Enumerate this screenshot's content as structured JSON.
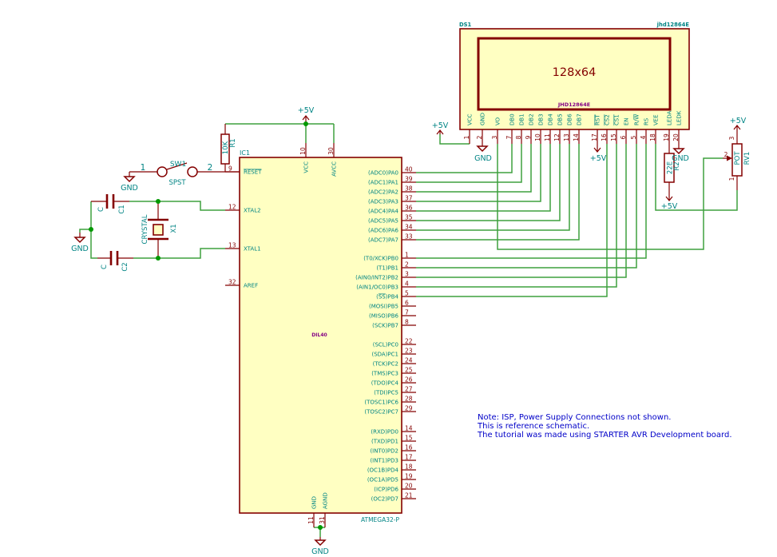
{
  "colors": {
    "background": "#ffffff",
    "wire": "#3fa03f",
    "junction": "#009900",
    "component_outline": "#840000",
    "component_fill": "#ffffc2",
    "pin_text": "#008484",
    "pin_number_text": "#840000",
    "footprint_text": "#840084",
    "note_text": "#0000c8"
  },
  "power": {
    "vcc_label": "+5V",
    "gnd_label": "GND"
  },
  "ic1": {
    "reference": "IC1",
    "value": "ATMEGA32-P",
    "footprint": "DIL40",
    "top_pins": [
      {
        "name": "VCC",
        "number": "10"
      },
      {
        "name": "AVCC",
        "number": "30"
      }
    ],
    "left_pins": [
      {
        "name": "RESET",
        "number": "9",
        "overline": "RESET"
      },
      {
        "name": "XTAL2",
        "number": "12"
      },
      {
        "name": "XTAL1",
        "number": "13"
      },
      {
        "name": "AREF",
        "number": "32"
      }
    ],
    "right_pins": {
      "port_a": [
        {
          "name": "(ADC0)PA0",
          "number": "40"
        },
        {
          "name": "(ADC1)PA1",
          "number": "39"
        },
        {
          "name": "(ADC2)PA2",
          "number": "38"
        },
        {
          "name": "(ADC3)PA3",
          "number": "37"
        },
        {
          "name": "(ADC4)PA4",
          "number": "36"
        },
        {
          "name": "(ADC5)PA5",
          "number": "35"
        },
        {
          "name": "(ADC6)PA6",
          "number": "34"
        },
        {
          "name": "(ADC7)PA7",
          "number": "33"
        }
      ],
      "port_b": [
        {
          "name": "(T0/XCK)PB0",
          "number": "1"
        },
        {
          "name": "(T1)PB1",
          "number": "2"
        },
        {
          "name": "(AIN0/INT2)PB2",
          "number": "3"
        },
        {
          "name": "(AIN1/OC0)PB3",
          "number": "4"
        },
        {
          "name": "(SS)PB4",
          "number": "5",
          "overline": "SS"
        },
        {
          "name": "(MOSI)PB5",
          "number": "6"
        },
        {
          "name": "(MISO)PB6",
          "number": "7"
        },
        {
          "name": "(SCK)PB7",
          "number": "8"
        }
      ],
      "port_c": [
        {
          "name": "(SCL)PC0",
          "number": "22"
        },
        {
          "name": "(SDA)PC1",
          "number": "23"
        },
        {
          "name": "(TCK)PC2",
          "number": "24"
        },
        {
          "name": "(TMS)PC3",
          "number": "25"
        },
        {
          "name": "(TDO)PC4",
          "number": "26"
        },
        {
          "name": "(TDI)PC5",
          "number": "27"
        },
        {
          "name": "(TOSC1)PC6",
          "number": "28"
        },
        {
          "name": "(TOSC2)PC7",
          "number": "29"
        }
      ],
      "port_d": [
        {
          "name": "(RXD)PD0",
          "number": "14"
        },
        {
          "name": "(TXD)PD1",
          "number": "15"
        },
        {
          "name": "(INT0)PD2",
          "number": "16"
        },
        {
          "name": "(INT1)PD3",
          "number": "17"
        },
        {
          "name": "(OC1B)PD4",
          "number": "18"
        },
        {
          "name": "(OC1A)PD5",
          "number": "19"
        },
        {
          "name": "(ICP)PD6",
          "number": "20"
        },
        {
          "name": "(OC2)PD7",
          "number": "21"
        }
      ]
    },
    "bottom_pins": [
      {
        "name": "GND",
        "number": "11"
      },
      {
        "name": "AGND",
        "number": "31"
      }
    ]
  },
  "lcd": {
    "reference": "DS1",
    "value": "jhd12864E",
    "display_text": "128x64",
    "model_text": "JHD12864E",
    "pins": [
      {
        "name": "VCC",
        "number": "1"
      },
      {
        "name": "GND",
        "number": "2"
      },
      {
        "name": "VO",
        "number": "3"
      },
      {
        "name": "DB0",
        "number": "7"
      },
      {
        "name": "DB1",
        "number": "8"
      },
      {
        "name": "DB2",
        "number": "9"
      },
      {
        "name": "DB3",
        "number": "10"
      },
      {
        "name": "DB4",
        "number": "11"
      },
      {
        "name": "DB5",
        "number": "12"
      },
      {
        "name": "DB6",
        "number": "13"
      },
      {
        "name": "DB7",
        "number": "14"
      },
      {
        "name": "RST",
        "number": "17",
        "overline": "RST"
      },
      {
        "name": "CS2",
        "number": "16",
        "overline": "CS2"
      },
      {
        "name": "CS1",
        "number": "15",
        "overline": "CS1"
      },
      {
        "name": "EN",
        "number": "6"
      },
      {
        "name": "R/W",
        "number": "5",
        "overline": "W"
      },
      {
        "name": "RS",
        "number": "4"
      },
      {
        "name": "VEE",
        "number": "18"
      },
      {
        "name": "LEDA",
        "number": "19"
      },
      {
        "name": "LEDK",
        "number": "20"
      }
    ]
  },
  "r1": {
    "reference": "R1",
    "value": "10K"
  },
  "r2": {
    "reference": "R2",
    "value": "22E"
  },
  "rv1": {
    "reference": "RV1",
    "value": "POT",
    "pin_numbers": {
      "p1": "1",
      "p2": "2",
      "p3": "3"
    }
  },
  "sw1": {
    "reference": "SW1",
    "value": "SPST",
    "pin_numbers": {
      "p1": "1",
      "p2": "2"
    }
  },
  "c1": {
    "reference": "C1",
    "value": "C"
  },
  "c2": {
    "reference": "C2",
    "value": "C"
  },
  "x1": {
    "reference": "X1",
    "value": "CRYSTAL"
  },
  "nets": [
    {
      "from": "PA0",
      "to": "DB0"
    },
    {
      "from": "PA1",
      "to": "DB1"
    },
    {
      "from": "PA2",
      "to": "DB2"
    },
    {
      "from": "PA3",
      "to": "DB3"
    },
    {
      "from": "PA4",
      "to": "DB4"
    },
    {
      "from": "PA5",
      "to": "DB5"
    },
    {
      "from": "PA6",
      "to": "DB6"
    },
    {
      "from": "PA7",
      "to": "DB7"
    },
    {
      "from": "PB0",
      "to": "RS"
    },
    {
      "from": "PB1",
      "to": "R/W"
    },
    {
      "from": "PB2",
      "to": "EN"
    },
    {
      "from": "PB3",
      "to": "CS1"
    },
    {
      "from": "PB4",
      "to": "CS2"
    }
  ],
  "note": {
    "lines": [
      "Note: ISP, Power Supply Connections not shown.",
      "This is reference schematic.",
      "The tutorial was made using STARTER AVR Development board."
    ]
  }
}
